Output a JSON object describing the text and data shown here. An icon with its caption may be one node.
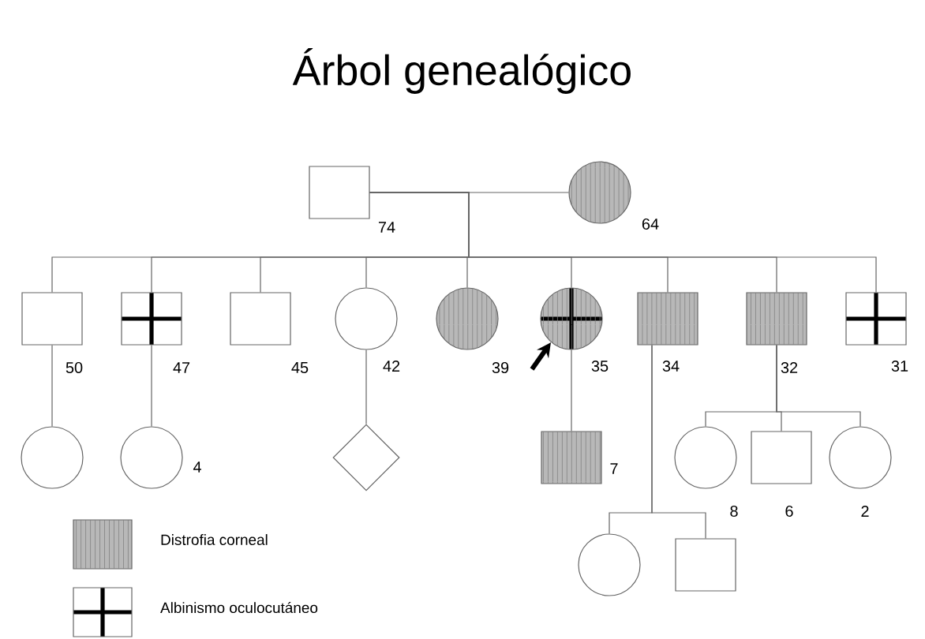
{
  "diagram": {
    "title": "Árbol genealógico",
    "nodes": [
      {
        "text": [],
        "shape": "box",
        "beside": [
          "74"
        ]
      },
      {
        "text": [],
        "shape": "circle",
        "beside": [
          "64"
        ]
      },
      {
        "text": [],
        "shape": "box",
        "beside": [
          "50"
        ]
      },
      {
        "text": [],
        "shape": "box",
        "beside": [
          "47"
        ]
      },
      {
        "text": [],
        "shape": "box",
        "beside": [
          "45"
        ]
      },
      {
        "text": [],
        "shape": "circle",
        "beside": [
          "42"
        ]
      },
      {
        "text": [],
        "shape": "circle",
        "beside": [
          "39"
        ]
      },
      {
        "text": [],
        "shape": "circle",
        "beside": [
          "35"
        ]
      },
      {
        "text": [],
        "shape": "box",
        "beside": [
          "34"
        ]
      },
      {
        "text": [],
        "shape": "box",
        "beside": [
          "32"
        ]
      },
      {
        "text": [],
        "shape": "box",
        "beside": [
          "31"
        ]
      },
      {
        "text": [],
        "shape": "circle"
      },
      {
        "text": [],
        "shape": "circle",
        "beside": [
          "4"
        ]
      },
      {
        "text": [],
        "shape": "diamond"
      },
      {
        "text": [],
        "shape": "box",
        "beside": [
          "7"
        ]
      },
      {
        "text": [],
        "shape": "circle",
        "beside": [
          "8"
        ]
      },
      {
        "text": [],
        "shape": "box",
        "beside": [
          "6"
        ]
      },
      {
        "text": [],
        "shape": "circle",
        "beside": [
          "2"
        ]
      },
      {
        "text": [],
        "shape": "circle"
      },
      {
        "text": [],
        "shape": "box"
      }
    ],
    "edges": [
      {
        "from": 0,
        "to": 1,
        "arrow": "none"
      },
      {
        "from": 0,
        "to": 2,
        "arrow": "none"
      },
      {
        "from": 0,
        "to": 3,
        "arrow": "none"
      },
      {
        "from": 0,
        "to": 4,
        "arrow": "none"
      },
      {
        "from": 0,
        "to": 5,
        "arrow": "none"
      },
      {
        "from": 0,
        "to": 6,
        "arrow": "none"
      },
      {
        "from": 0,
        "to": 7,
        "arrow": "none"
      },
      {
        "from": 0,
        "to": 8,
        "arrow": "none"
      },
      {
        "from": 0,
        "to": 9,
        "arrow": "none"
      },
      {
        "from": 0,
        "to": 10,
        "arrow": "none"
      },
      {
        "from": 2,
        "to": 11,
        "arrow": "none"
      },
      {
        "from": 3,
        "to": 12,
        "arrow": "none"
      },
      {
        "from": 5,
        "to": 13,
        "arrow": "none"
      },
      {
        "from": 7,
        "to": 14,
        "arrow": "none"
      },
      {
        "from": 8,
        "to": 18,
        "arrow": "none"
      },
      {
        "from": 8,
        "to": 19,
        "arrow": "none"
      },
      {
        "from": 9,
        "to": 15,
        "arrow": "none"
      },
      {
        "from": 9,
        "to": 16,
        "arrow": "none"
      },
      {
        "from": 9,
        "to": 17,
        "arrow": "none"
      },
      {
        "from": null,
        "to": 7,
        "arrow": "to",
        "style": "thick",
        "color": "#000000"
      }
    ],
    "legend": [
      {
        "text": "Distrofia corneal"
      },
      {
        "text": "Albinismo oculocutáneo"
      }
    ]
  }
}
